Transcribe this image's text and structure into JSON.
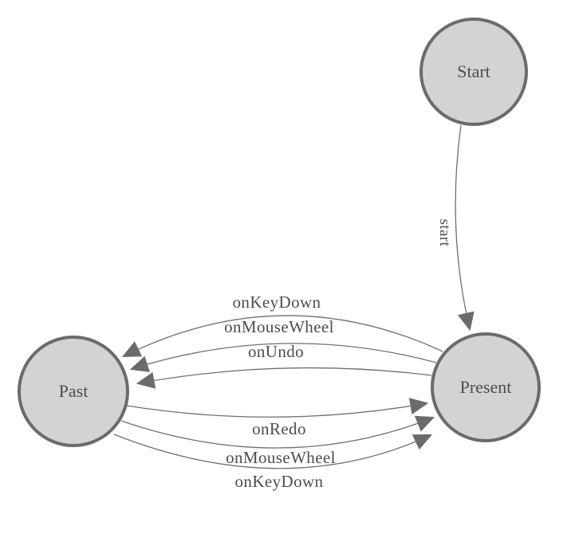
{
  "diagram": {
    "type": "state-machine",
    "nodes": [
      {
        "id": "start",
        "label": "Start"
      },
      {
        "id": "present",
        "label": "Present"
      },
      {
        "id": "past",
        "label": "Past"
      }
    ],
    "edges": [
      {
        "from": "Start",
        "to": "Present",
        "label": "start"
      },
      {
        "from": "Present",
        "to": "Past",
        "label": "onKeyDown"
      },
      {
        "from": "Present",
        "to": "Past",
        "label": "onMouseWheel"
      },
      {
        "from": "Present",
        "to": "Past",
        "label": "onUndo"
      },
      {
        "from": "Past",
        "to": "Present",
        "label": "onRedo"
      },
      {
        "from": "Past",
        "to": "Present",
        "label": "onMouseWheel"
      },
      {
        "from": "Past",
        "to": "Present",
        "label": "onKeyDown"
      }
    ],
    "colors": {
      "background": "#ffffff",
      "node_fill": "#d3d3d3",
      "node_stroke": "#6b6b6b",
      "edge_stroke": "#707070",
      "arrow_fill": "#6b6b6b",
      "label_text": "#4d4d4d"
    }
  }
}
